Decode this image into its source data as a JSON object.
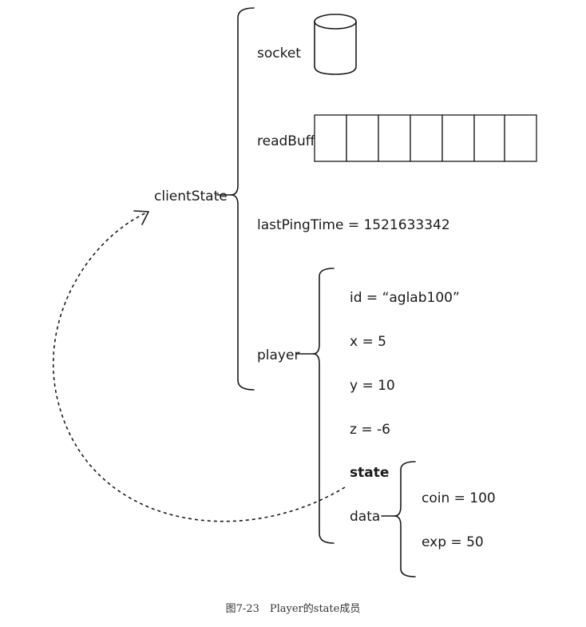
{
  "root": {
    "label": "clientState"
  },
  "client_state_fields": {
    "socket": "socket",
    "read_buff": "readBuff",
    "last_ping_time": "lastPingTime = 1521633342",
    "player": "player"
  },
  "player_fields": {
    "id": "id = “aglab100”",
    "x": "x = 5",
    "y": "y = 10",
    "z": "z = -6",
    "state": "state",
    "data": "data"
  },
  "data_fields": {
    "coin": "coin = 100",
    "exp": "exp = 50"
  },
  "caption": "图7-23　Player的state成员"
}
